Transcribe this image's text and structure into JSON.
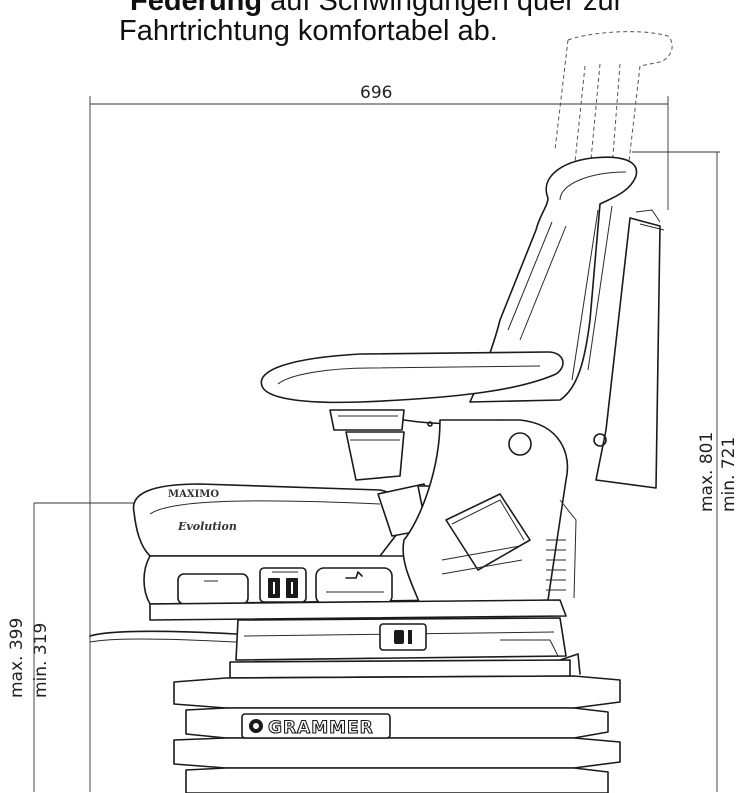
{
  "caption": {
    "line1_pre": "Federung",
    "line1_post": " auf Schwingungen quer zur",
    "line2": "Fahrtrichtung komfortabel ab."
  },
  "dimensions": {
    "width": "696",
    "backrest_max": "max. 801",
    "backrest_min": "min. 721",
    "seat_max": "max. 399",
    "seat_min": "min. 319"
  },
  "labels": {
    "model_line1": "MAXIMO",
    "model_line2": "Evolution",
    "brand": "GRAMMER"
  },
  "icons": [
    "info-switch-icon",
    "seat-heating-icon",
    "lumbar-icon",
    "lever-icon"
  ]
}
